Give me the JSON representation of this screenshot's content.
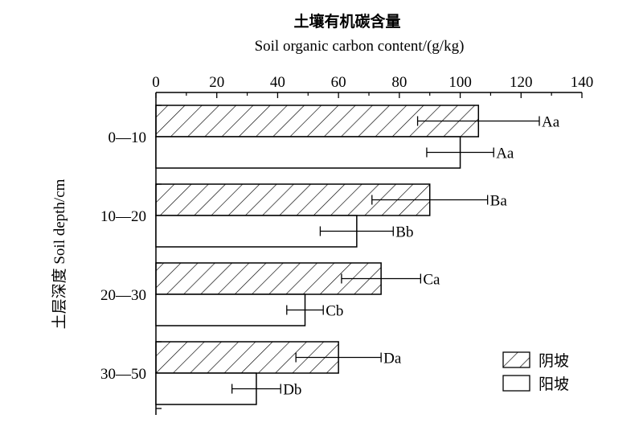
{
  "chart_data": {
    "type": "bar",
    "orientation": "horizontal",
    "title": "土壤有机碳含量",
    "xlabel": "Soil organic carbon content/(g/kg)",
    "ylabel": "土层深度 Soil depth/cm",
    "xlim": [
      0,
      140
    ],
    "xticks": [
      0,
      20,
      40,
      60,
      80,
      100,
      120,
      140
    ],
    "xaxis_position": "top",
    "grid": false,
    "legend_position": "bottom-right",
    "categories": [
      "0—10",
      "10—20",
      "20—30",
      "30—50"
    ],
    "series": [
      {
        "name": "阴坡",
        "fill": "hatched",
        "values": [
          106,
          90,
          74,
          60
        ],
        "errors": [
          20,
          19,
          13,
          14
        ],
        "labels": [
          "Aa",
          "Ba",
          "Ca",
          "Da"
        ]
      },
      {
        "name": "阳坡",
        "fill": "white",
        "values": [
          100,
          66,
          49,
          33
        ],
        "errors": [
          11,
          12,
          6,
          8
        ],
        "labels": [
          "Aa",
          "Bb",
          "Cb",
          "Db"
        ]
      }
    ]
  }
}
